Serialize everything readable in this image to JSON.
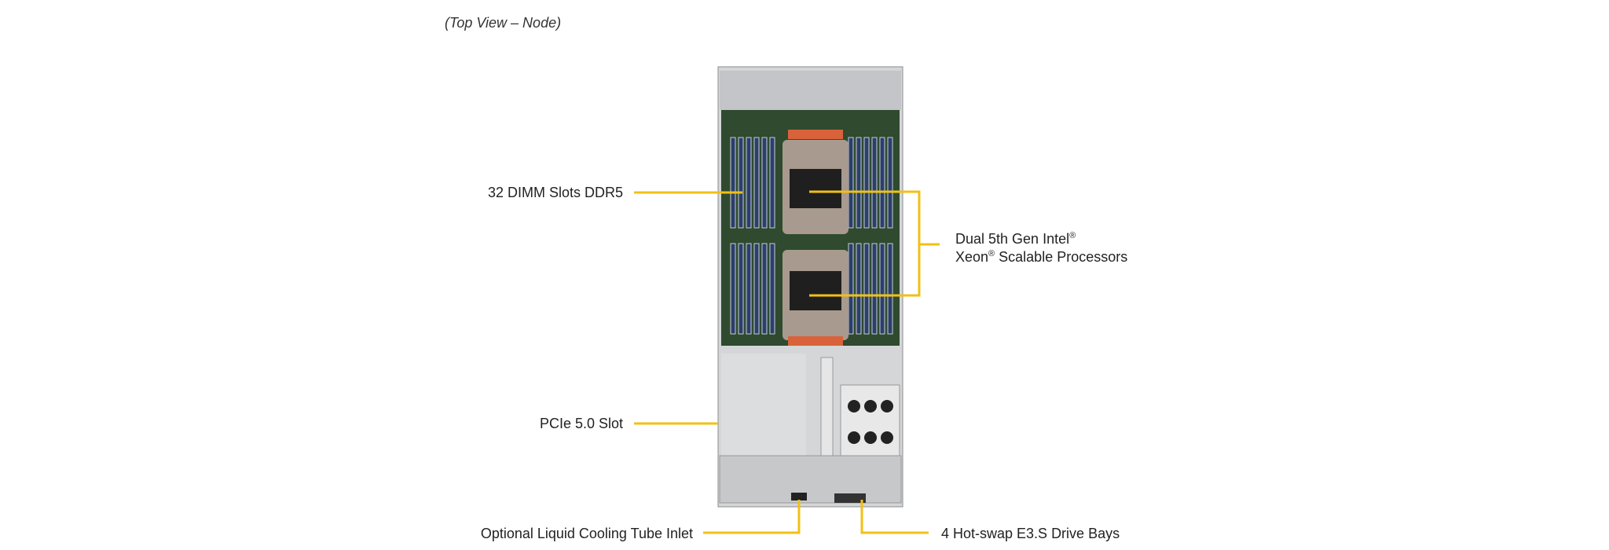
{
  "title": "(Top View – Node)",
  "callouts": {
    "dimm": "32 DIMM Slots DDR5",
    "cpu_line1": "Dual 5th Gen Intel",
    "cpu_line2_a": "Xeon",
    "cpu_line2_b": " Scalable Processors",
    "reg": "®",
    "pcie": "PCIe 5.0 Slot",
    "liquid": "Optional Liquid Cooling Tube Inlet",
    "drives": "4 Hot-swap E3.S Drive Bays"
  },
  "colors": {
    "callout_line": "#f2c014",
    "board": "#2f4a2e",
    "dimm": "#2b3f6e",
    "chassis": "#c9cbcd"
  }
}
